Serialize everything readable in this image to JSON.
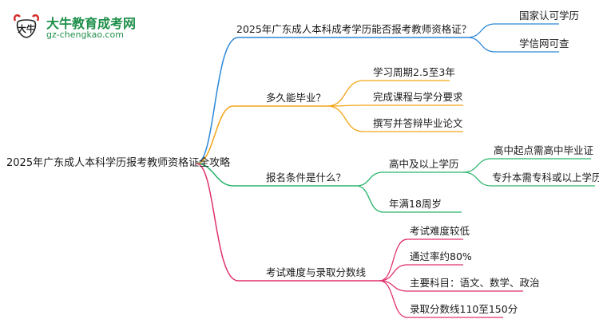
{
  "logo": {
    "name": "大牛教育成考网",
    "url": "gz-chengkao.com",
    "mark_text": "大牛"
  },
  "colors": {
    "blue": "#2b87d8",
    "orange": "#f2a516",
    "green": "#27b36b",
    "pink": "#e0306c"
  },
  "root": "2025年广东成人本科学历报考教师资格证全攻略",
  "branches": [
    {
      "label": "2025年广东成人本科成考学历能否报考教师资格证？",
      "color": "blue",
      "children": [
        {
          "label": "国家认可学历"
        },
        {
          "label": "学信网可查"
        }
      ]
    },
    {
      "label": "多久能毕业？",
      "color": "orange",
      "children": [
        {
          "label": "学习周期2.5至3年"
        },
        {
          "label": "完成课程与学分要求"
        },
        {
          "label": "撰写并答辩毕业论文"
        }
      ]
    },
    {
      "label": "报名条件是什么？",
      "color": "green",
      "children": [
        {
          "label": "高中及以上学历",
          "children": [
            {
              "label": "高中起点需高中毕业证"
            },
            {
              "label": "专升本需专科或以上学历"
            }
          ]
        },
        {
          "label": "年满18周岁"
        }
      ]
    },
    {
      "label": "考试难度与录取分数线",
      "color": "pink",
      "children": [
        {
          "label": "考试难度较低"
        },
        {
          "label": "通过率约80%"
        },
        {
          "label": "主要科目：语文、数学、政治"
        },
        {
          "label": "录取分数线110至150分"
        }
      ]
    }
  ]
}
